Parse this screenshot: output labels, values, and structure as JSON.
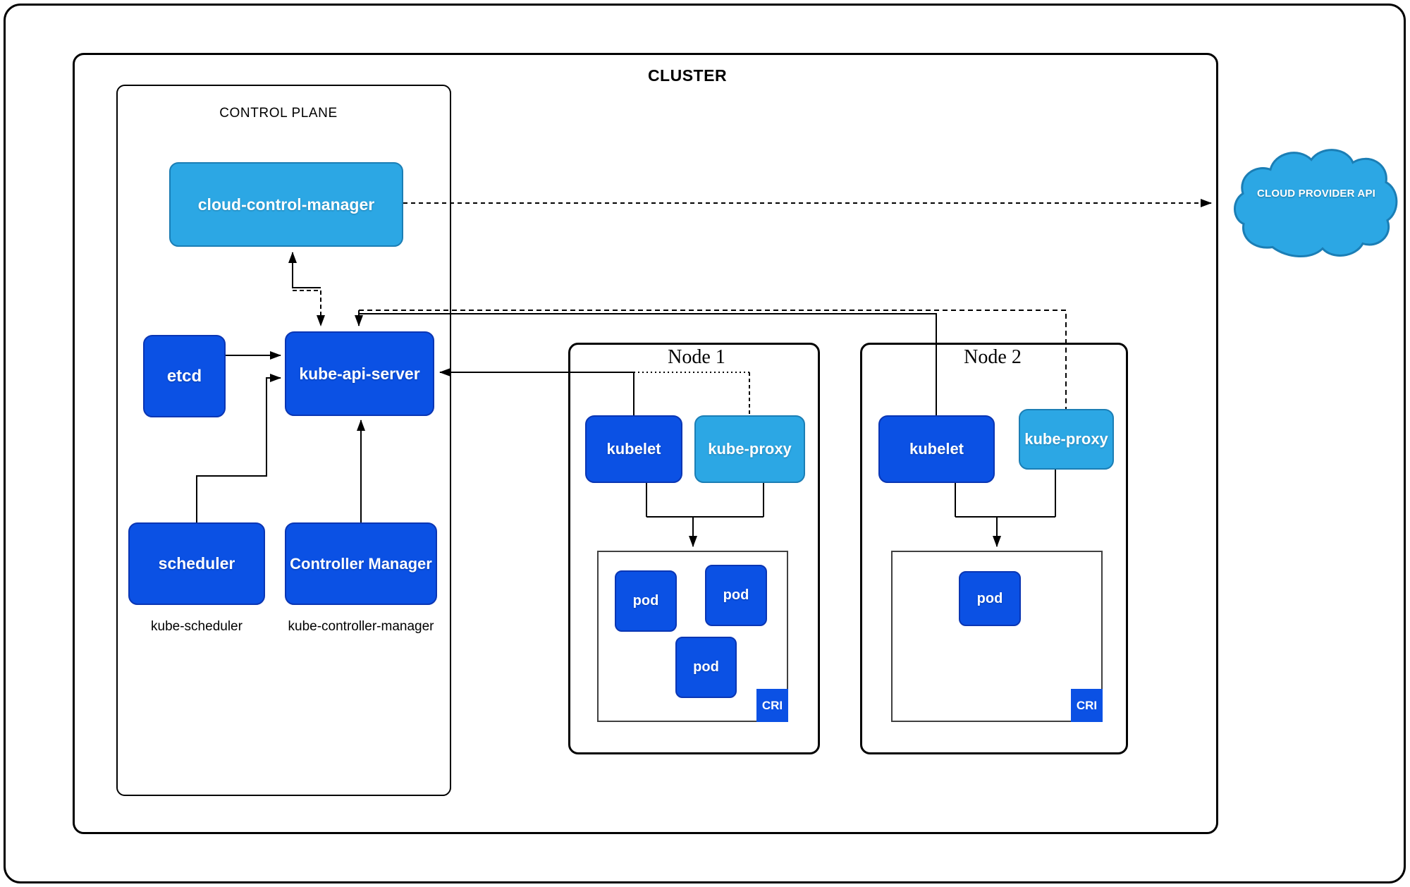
{
  "diagram": {
    "cluster_label": "CLUSTER",
    "control_plane": {
      "label": "CONTROL PLANE",
      "cloud_control_manager": "cloud-control-manager",
      "etcd": "etcd",
      "kube_api_server": "kube-api-server",
      "scheduler": "scheduler",
      "controller_manager": "Controller Manager",
      "scheduler_caption": "kube-scheduler",
      "controller_manager_caption": "kube-controller-manager"
    },
    "nodes": [
      {
        "title": "Node 1",
        "kubelet": "kubelet",
        "kube_proxy": "kube-proxy",
        "pods": [
          "pod",
          "pod",
          "pod"
        ],
        "cri": "CRI"
      },
      {
        "title": "Node 2",
        "kubelet": "kubelet",
        "kube_proxy": "kube-proxy",
        "pods": [
          "pod"
        ],
        "cri": "CRI"
      }
    ],
    "external": {
      "cloud_provider_api": "CLOUD PROVIDER API"
    },
    "colors": {
      "dark_blue": "#0B51E4",
      "dark_blue_border": "#0A36B4",
      "light_blue": "#2CA7E4",
      "light_blue_border": "#1B7EB5",
      "line": "#000000"
    }
  }
}
